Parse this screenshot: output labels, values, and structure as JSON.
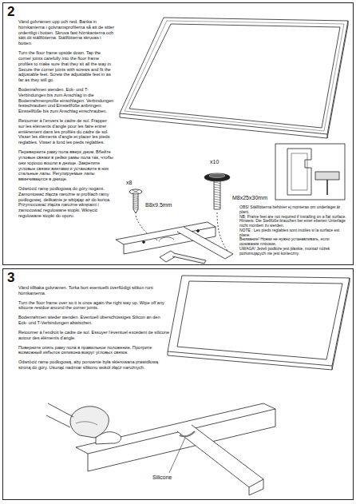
{
  "diagram": {
    "nodes": [
      {
        "text": [
          "2",
          "Vänd golvramen upp och ned. Banka in hörnkanterna i golvramsprofilerna så att de sitter ordentligt i botten. Skruva fast hörnkanterna och sätt dit ställfötterna. Ställfötterna skruvas i botten.",
          "Turn the floor frame upside down. Tap the corner joints carefully into the floor frame profiles to make sure that they sit all the way in. Secure the corner joints with screws and fit the adjustable feet. Screw the adjustable feet in as far as they will go.",
          "Bodenrahmen wenden. Eck- und T-Verbindungen bis zum Anschlag in die Bodenrahmenprofile einschlagen. Verbindungen festschrauben und Einstellfüße anbringen. Einstellfüße bis zum Anschlag einschrauben.",
          "Retourner à l'envers le cadre de sol. Frapper sur les éléments d'angle pour les faire entrer entièrement dans les profilés du cadre de sol. Visser les éléments d'angle et placer les pieds réglables. Visser à fond les pieds réglables.",
          "Переверните раму пола вверх дном. Вбейте угловые связки в рейки рамы пола так, чтобы они хорошо вошли в днище. Закрепите угловые связки винтами и установите в них стальные лапы. Регулируемые лапы ввинчиваются в днище.",
          "Odwrócić ramę podłogową do góry nogami. Zamontować złącza narożne w profilach ramy podłogowej, delikatnie je wbijając aż do końca. Przymocować złącza narożne wkrętami i zamocować regulowane stopki. Wkręcić regulowane stopki do oporu."
        ]
      },
      {
        "text": [
          "3",
          "Vänd tillbaka golvramen. Torka bort eventuellt överflödigt silikon runt hörnkanterna.",
          "Turn the floor frame over so it is once again the right way up. Wipe off any silicone residue around the corner joints.",
          "Bodenrahmen wieder wenden. Eventuell überschüssiges Silicon an den Eck- und T-Verbindungen abwischen.",
          "Retourner à l'endroit le cadre de sol. Essuyer l'éventuel excédent de silicone autour des éléments d'angle.",
          "Поверните опять раму пола в правильное положение. Протрите возможный избыток силикона вокруг угловых связок.",
          "Odwrócić ramę podłogową, aby ponownie była skierowana prawidłową stroną do góry. Usunąć nadmiar silikonu wokół złącz narożnych."
        ]
      }
    ],
    "edges": [],
    "labels": [
      "x8",
      "B8x9.5mm",
      "x10",
      "M8x25x30mm",
      "OBS! Ställfötterna behöver ej monteras om underlaget är plant.",
      "NB: Frame feet are not required if installing on a flat surface.",
      "Hinweis: Die Stellfüße brauchen bei einer ebenen Unterlage nicht montiert zu werden.",
      "NOTE : Les pieds réglables sont inutiles si la surface est plane.",
      "Внимание! Ножки не нужно устанавливать, если основание плоское.",
      "UWAGA! Jeżeli podłoże jest płaskie, montaż nóżek poziomujących nie jest konieczny.",
      "Silicone"
    ]
  }
}
